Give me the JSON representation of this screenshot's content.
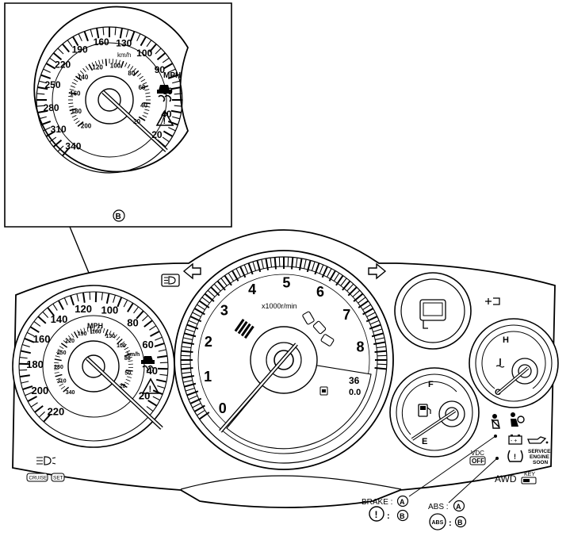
{
  "inset": {
    "kmh_outer": [
      "20",
      "40",
      "60",
      "90",
      "100",
      "130",
      "160",
      "190",
      "220",
      "250",
      "280",
      "310",
      "340"
    ],
    "mph_inner": [
      "20",
      "40",
      "60",
      "80",
      "100",
      "120",
      "140",
      "160",
      "180",
      "200"
    ],
    "unit_kmh": "km/h",
    "unit_mph": "MPH",
    "marker": "B"
  },
  "speedometer": {
    "mph_outer": [
      "20",
      "40",
      "60",
      "80",
      "100",
      "120",
      "140",
      "160",
      "180",
      "200",
      "220"
    ],
    "kmh_inner": [
      "20",
      "50",
      "80",
      "100",
      "130",
      "160",
      "190",
      "220",
      "250",
      "280",
      "310",
      "340"
    ],
    "unit_mph": "MPH",
    "unit_kmh": "km/h"
  },
  "tachometer": {
    "numbers": [
      "0",
      "1",
      "2",
      "3",
      "4",
      "5",
      "6",
      "7",
      "8"
    ],
    "unit": "x1000r/min",
    "trip_a": "36",
    "trip_b": "0.0"
  },
  "fuel_gauge": {
    "full": "F",
    "empty": "E"
  },
  "temp_gauge": {
    "hot": "H",
    "cold": "C"
  },
  "indicators": {
    "cruise": "CRUISE",
    "set": "SET",
    "vdc": "VDC",
    "off": "OFF",
    "service_1": "SERVICE",
    "service_2": "ENGINE",
    "service_3": "SOON",
    "awd": "AWD",
    "key": "KEY"
  },
  "callouts": {
    "brake": "BRAKE :",
    "abs": "ABS :",
    "abs_symbol": "ABS",
    "brake_symbol": "!",
    "marker_a": "A",
    "marker_b": "B"
  }
}
